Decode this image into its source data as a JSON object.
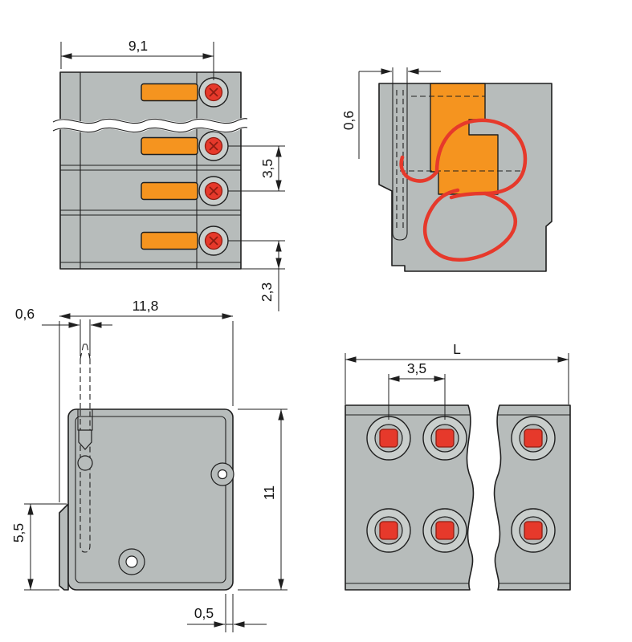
{
  "colors": {
    "body_gray": "#b7bcbb",
    "body_gray_light": "#c9cecc",
    "accent_orange": "#f5941f",
    "accent_red": "#e6392b",
    "accent_red_dark": "#8e1d12",
    "line": "#1f1f1f"
  },
  "dims": {
    "front_view": {
      "overall_width": "9,1",
      "pole_pitch": "3,5",
      "bottom_offset": "2,3"
    },
    "section_view": {
      "slot_width": "0,6"
    },
    "side_view": {
      "pin_width": "0,6",
      "overall_depth": "11,8",
      "overall_height": "11",
      "pin_length": "5,5",
      "wall_offset": "0,5"
    },
    "bottom_view": {
      "overall_length": "L",
      "contact_pitch": "3,5"
    }
  }
}
